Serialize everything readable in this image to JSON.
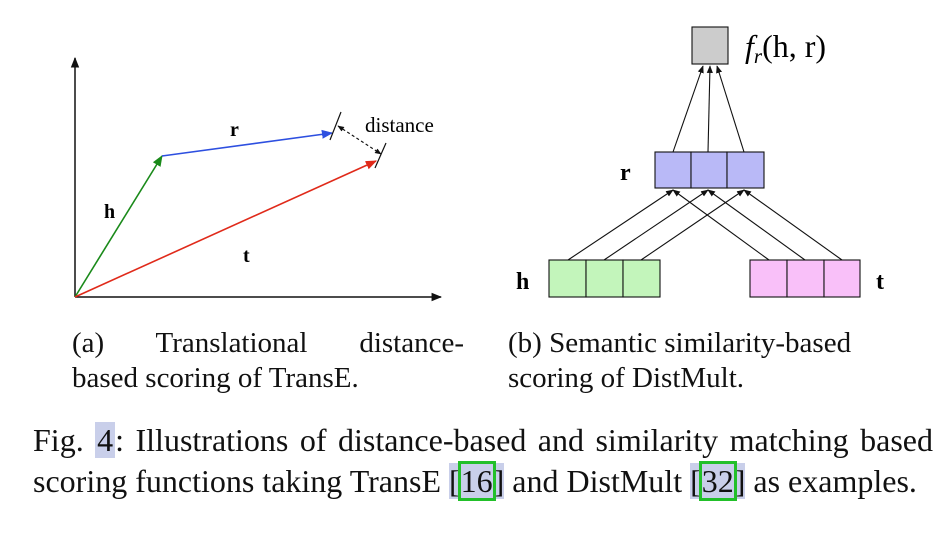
{
  "panel_a": {
    "label_h": "h",
    "label_r": "r",
    "label_t": "t",
    "label_distance": "distance",
    "colors": {
      "h": "#1a8a1a",
      "r": "#2d4fe0",
      "t": "#e02a1a"
    }
  },
  "panel_b": {
    "label_f": "f",
    "label_f_sub": "r",
    "label_f_args": "(h, r)",
    "label_r": "r",
    "label_h": "h",
    "label_t": "t",
    "colors": {
      "output": "#cccccc",
      "r": "#b9b9f7",
      "h": "#c3f5bb",
      "t": "#f9c0f9"
    }
  },
  "subcaption_a": {
    "line1": "(a)   Translational   distance-",
    "line2": "based scoring of TransE."
  },
  "subcaption_b": {
    "line1": "(b) Semantic similarity-based",
    "line2": "scoring of DistMult."
  },
  "figure_caption": {
    "prefix": "Fig. ",
    "number": "4",
    "text1": ": Illustrations of distance-based and similarity matching based scoring functions taking TransE ",
    "ref1": "16",
    "text2": " and DistMult ",
    "ref2": "32",
    "text3": " as examples."
  }
}
